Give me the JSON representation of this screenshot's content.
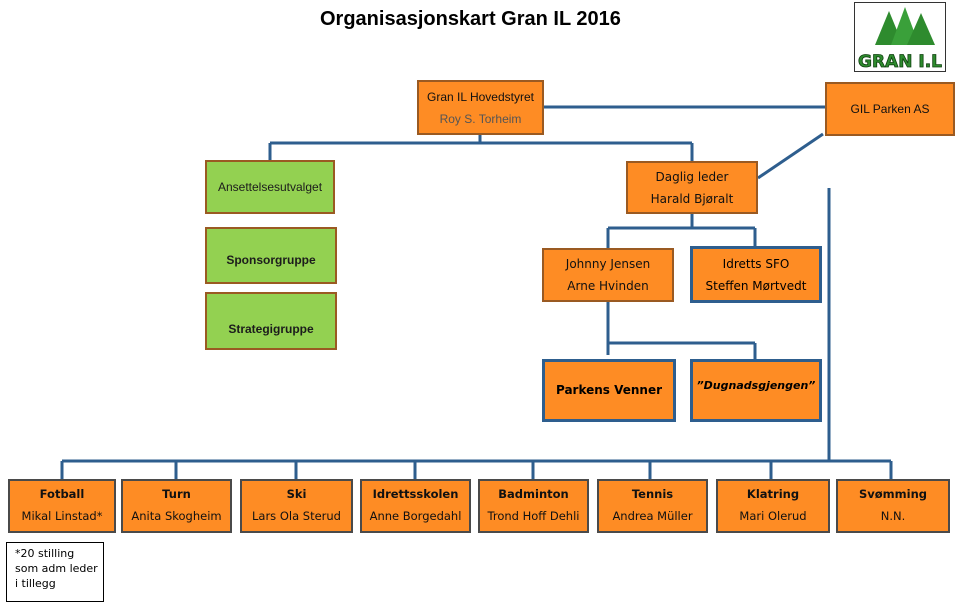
{
  "title": "Organisasjonskart Gran IL 2016",
  "logo_text": "GRAN I.L",
  "board": {
    "name": "Gran IL Hovedstyret",
    "person": "Roy S. Torheim"
  },
  "parken": {
    "name": "GIL Parken AS"
  },
  "ansettelse": {
    "name": "Ansettelsesutvalget"
  },
  "daglig": {
    "role": "Daglig leder",
    "person": "Harald Bjøralt"
  },
  "sponsor": {
    "name": "Sponsorgruppe"
  },
  "strategi": {
    "name": "Strategigruppe"
  },
  "staff": {
    "line1": "Johnny Jensen",
    "line2": "Arne Hvinden"
  },
  "sfo": {
    "line1": "Idretts SFO",
    "line2": "Steffen Mørtvedt"
  },
  "parkens_venner": {
    "name": "Parkens Venner"
  },
  "dugnad": {
    "name": "”Dugnadsgjengen”"
  },
  "departments": [
    {
      "name": "Fotball",
      "person": "Mikal Linstad*"
    },
    {
      "name": "Turn",
      "person": "Anita Skogheim"
    },
    {
      "name": "Ski",
      "person": "Lars Ola Sterud"
    },
    {
      "name": "Idrettsskolen",
      "person": "Anne Borgedahl"
    },
    {
      "name": "Badminton",
      "person": "Trond Hoff Dehli"
    },
    {
      "name": "Tennis",
      "person": "Andrea Müller"
    },
    {
      "name": "Klatring",
      "person": "Mari Olerud"
    },
    {
      "name": "Svømming",
      "person": "N.N."
    }
  ],
  "footnote": [
    "*20 stilling",
    "som adm leder",
    "i tillegg"
  ],
  "colors": {
    "orange": "#fe8c24",
    "green": "#93d151",
    "line": "#2e5e8e",
    "logo_green": "#2e8b2e"
  }
}
